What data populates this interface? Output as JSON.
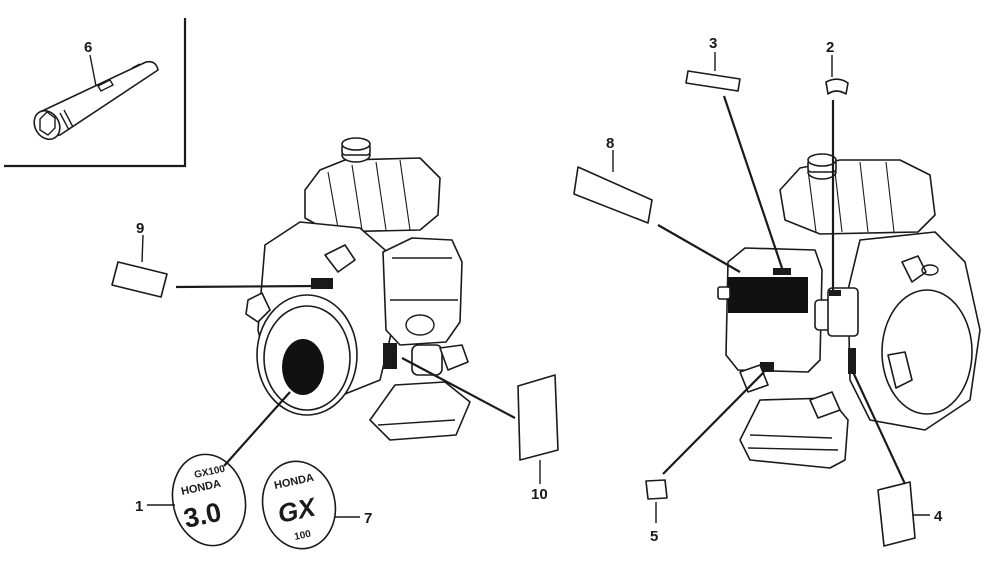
{
  "diagram": {
    "callouts": [
      {
        "id": "1",
        "label": "1"
      },
      {
        "id": "2",
        "label": "2"
      },
      {
        "id": "3",
        "label": "3"
      },
      {
        "id": "4",
        "label": "4"
      },
      {
        "id": "5",
        "label": "5"
      },
      {
        "id": "6",
        "label": "6"
      },
      {
        "id": "7",
        "label": "7"
      },
      {
        "id": "8",
        "label": "8"
      },
      {
        "id": "9",
        "label": "9"
      },
      {
        "id": "10",
        "label": "10"
      }
    ],
    "emblem_1": {
      "model": "GX100",
      "brand": "HONDA",
      "power": "3.0"
    },
    "emblem_7": {
      "brand": "HONDA",
      "series": "GX",
      "model": "100"
    }
  }
}
